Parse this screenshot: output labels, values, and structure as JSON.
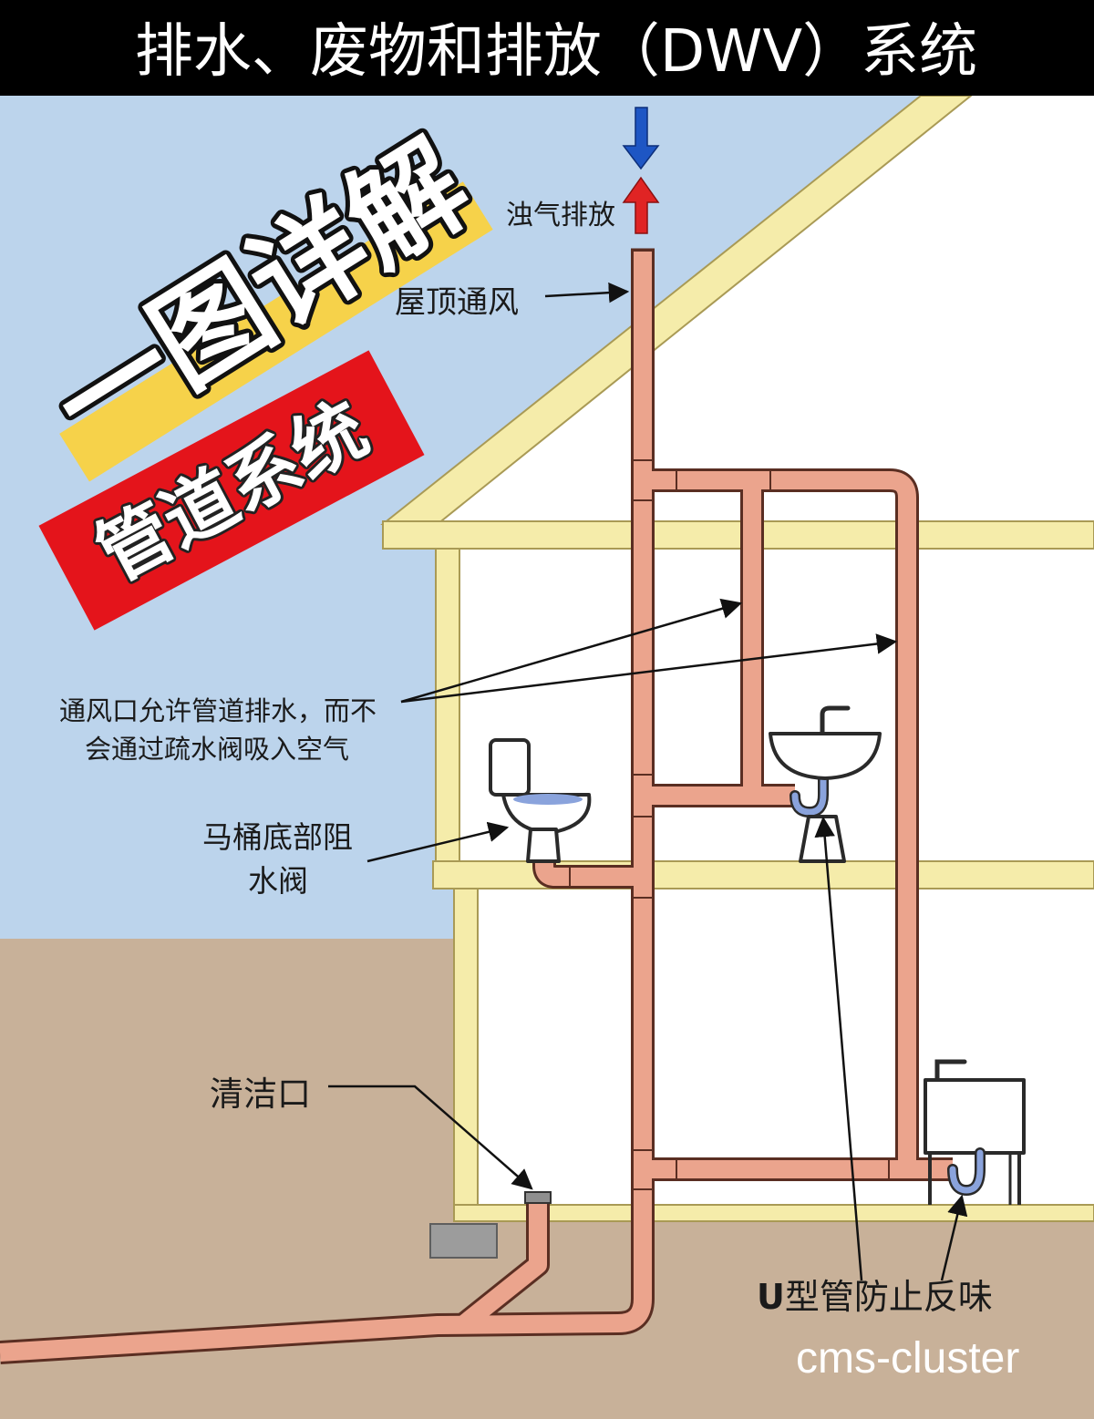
{
  "title": "排水、废物和排放（DWV）系统",
  "badges": {
    "headline": "一图详解",
    "subject": "管道系统"
  },
  "labels": {
    "exhaust": "浊气排放",
    "roof_vent": "屋顶通风",
    "vent_note": [
      "通风口允许管道排水，而不",
      "会通过疏水阀吸入空气"
    ],
    "toilet_trap": [
      "马桶底部阻",
      "水阀"
    ],
    "cleanout": "清洁口",
    "u_trap": {
      "letter": "U",
      "text": "型管防止反味"
    }
  },
  "watermark": "cms-cluster",
  "colors": {
    "banner": "#000000",
    "sky": "#bcd4ec",
    "ground": "#c8b199",
    "structure": "#f5ecaa",
    "pipe": "#eba48d",
    "trap_water": "#8aa3dc",
    "badge_red": "#e4141b",
    "badge_yellow": "#f6d24a",
    "arrow_down": "#1e56c4",
    "arrow_up": "#e02424"
  }
}
